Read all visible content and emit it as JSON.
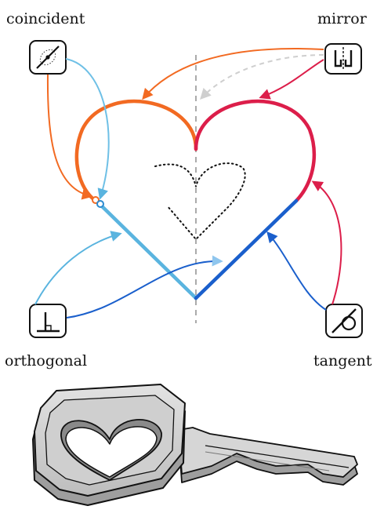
{
  "labels": {
    "coincident": "coincident",
    "mirror": "mirror",
    "orthogonal": "orthogonal",
    "tangent": "tangent"
  },
  "icons": {
    "coincident": "coincident-constraint-icon",
    "mirror": "mirror-constraint-icon",
    "orthogonal": "orthogonal-constraint-icon",
    "tangent": "tangent-constraint-icon"
  },
  "colors": {
    "left_arc": "#f26a22",
    "right_arc": "#dc1e4a",
    "left_line": "#5ab4df",
    "right_line": "#1a5fcc",
    "mirror_axis": "#aaaaaa",
    "ghost_arrow": "#cfcfcf",
    "coincident_point": "#2a8ad0",
    "key_body": "#c9c9c9",
    "key_shade": "#9e9e9e",
    "outline": "#111111"
  }
}
